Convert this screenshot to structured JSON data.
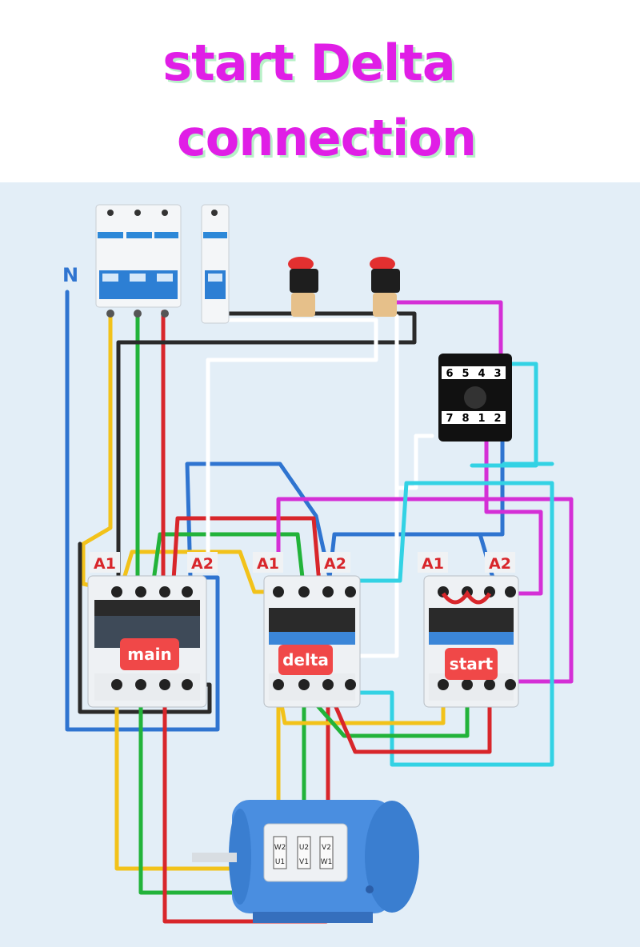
{
  "title": {
    "line1": "start Delta",
    "line2": "connection"
  },
  "labels": {
    "neutral": "N",
    "coil_a1": "A1",
    "coil_a2": "A2",
    "main": "main",
    "delta": "delta",
    "start": "start",
    "timer_top": [
      "6",
      "5",
      "4",
      "3"
    ],
    "timer_bottom": [
      "7",
      "8",
      "1",
      "2"
    ],
    "motor_top": [
      "W2",
      "U2",
      "V2"
    ],
    "motor_bottom": [
      "U1",
      "V1",
      "W1"
    ]
  },
  "colors": {
    "title": "#e01ee6",
    "title_shadow": "#b8f0c8",
    "background": "#e3eef7",
    "wire_yellow": "#f2c21a",
    "wire_green": "#22b33a",
    "wire_red": "#d8262b",
    "wire_blue": "#2f74d0",
    "wire_black": "#2a2a2a",
    "wire_white": "#ffffff",
    "wire_magenta": "#d42fd6",
    "wire_cyan": "#33d2e4",
    "label_box": "#f04848",
    "motor": "#4a8ee0"
  }
}
